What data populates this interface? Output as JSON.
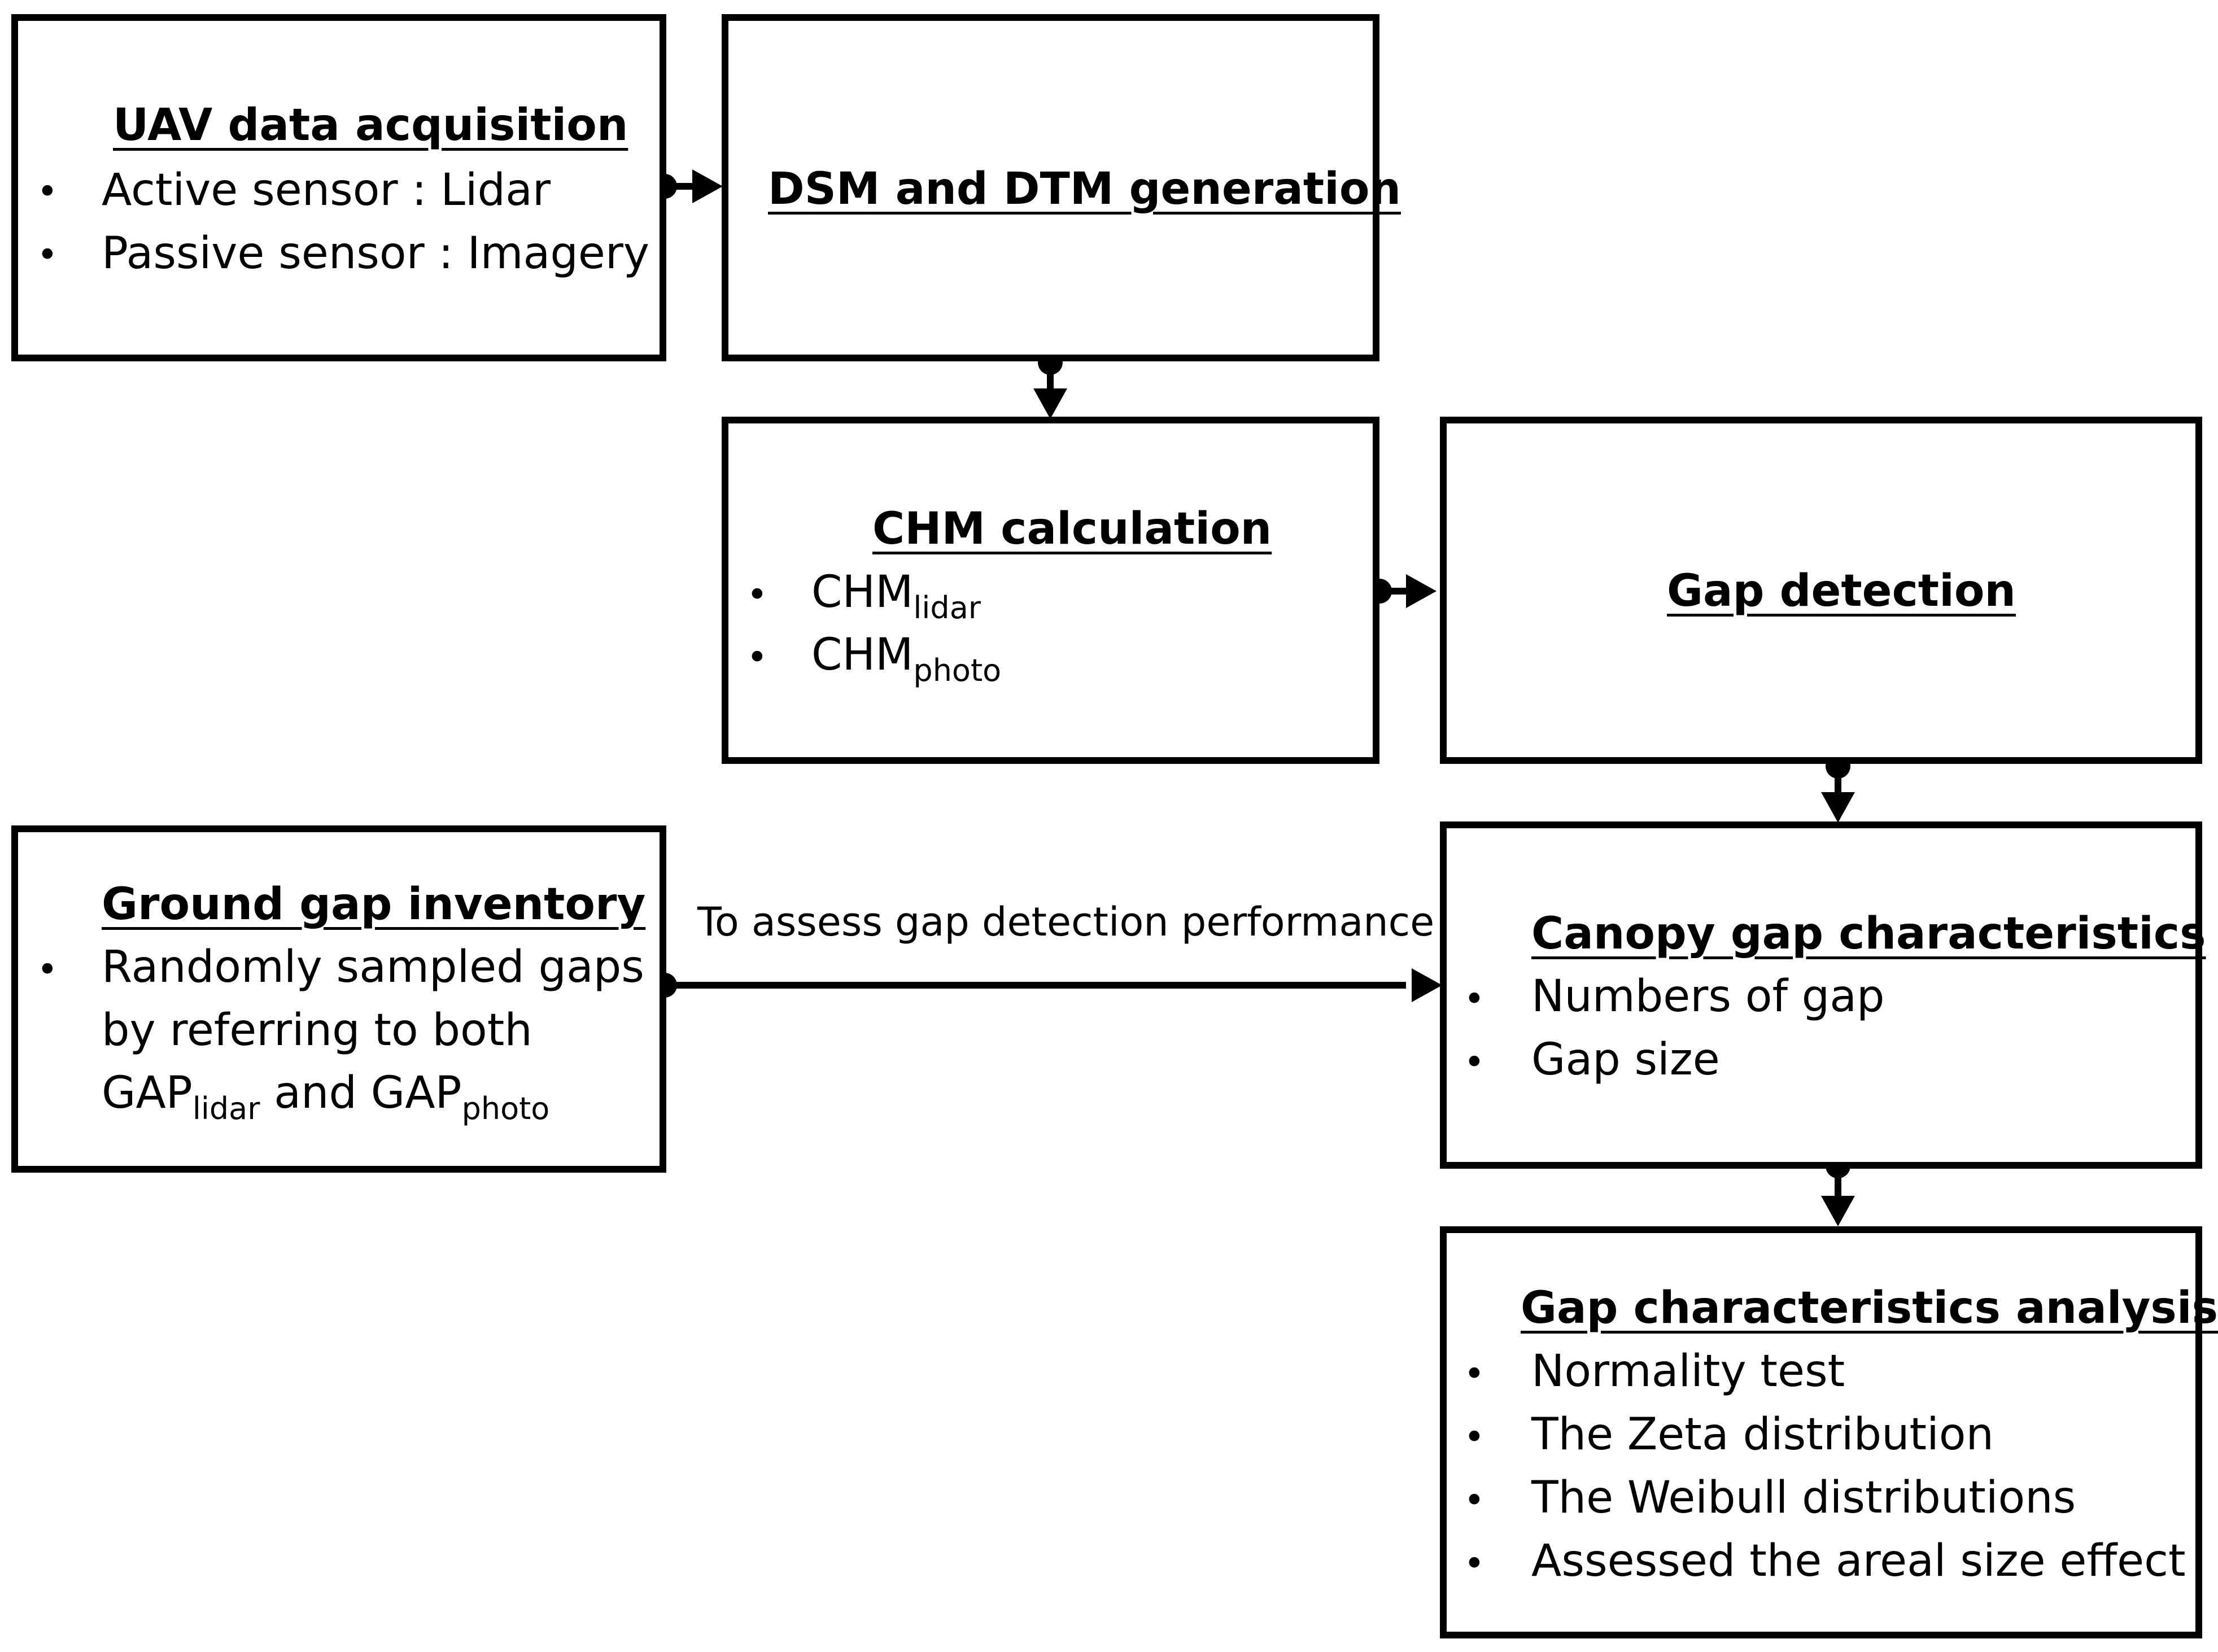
{
  "nodes": {
    "uav": {
      "title": "UAV data acquisition",
      "items": [
        "Active sensor : Lidar",
        "Passive sensor : Imagery"
      ]
    },
    "dsm": {
      "title": "DSM and DTM generation"
    },
    "chm": {
      "title": "CHM calculation",
      "items": [
        {
          "base": "CHM",
          "sub": "lidar"
        },
        {
          "base": "CHM",
          "sub": "photo"
        }
      ]
    },
    "gap_detection": {
      "title": "Gap detection"
    },
    "ground": {
      "title": "Ground gap inventory",
      "lines": [
        "Randomly sampled gaps",
        "by referring to both"
      ],
      "line3": {
        "a": "GAP",
        "a_sub": "lidar",
        "mid": " and GAP",
        "b_sub": "photo"
      }
    },
    "canopy": {
      "title": "Canopy gap characteristics",
      "items": [
        "Numbers of gap",
        "Gap size"
      ]
    },
    "analysis": {
      "title": "Gap characteristics analysis",
      "items": [
        "Normality test",
        "The Zeta distribution",
        "The Weibull distributions",
        "Assessed the areal size effect"
      ]
    }
  },
  "edges": {
    "ground_to_canopy_label": "To assess gap detection performance"
  },
  "icons": {
    "bullet": "bullet-dot"
  }
}
